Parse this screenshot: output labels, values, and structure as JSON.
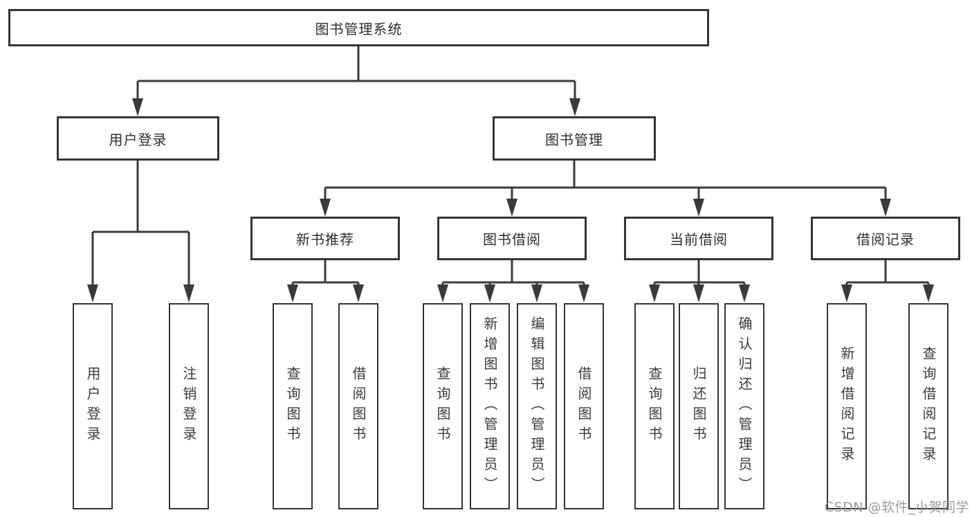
{
  "diagram": {
    "type": "tree",
    "title": "图书管理系统",
    "colors": {
      "background": "#ffffff",
      "line": "#3a3a3a",
      "box_border": "#343434",
      "text": "#2e2e2e",
      "watermark": "#9a9a9a"
    },
    "nodes": {
      "root": {
        "label": "图书管理系统"
      },
      "level2": [
        {
          "label": "用户登录"
        },
        {
          "label": "图书管理"
        }
      ],
      "level3": [
        {
          "label": "新书推荐",
          "parent": "图书管理"
        },
        {
          "label": "图书借阅",
          "parent": "图书管理"
        },
        {
          "label": "当前借阅",
          "parent": "图书管理"
        },
        {
          "label": "借阅记录",
          "parent": "图书管理"
        }
      ],
      "leaves": [
        {
          "label": "用户登录",
          "parent": "用户登录"
        },
        {
          "label": "注销登录",
          "parent": "用户登录"
        },
        {
          "label": "查询图书",
          "parent": "新书推荐"
        },
        {
          "label": "借阅图书",
          "parent": "新书推荐"
        },
        {
          "label": "查询图书",
          "parent": "图书借阅"
        },
        {
          "label": "新增图书（管理员）",
          "parent": "图书借阅"
        },
        {
          "label": "编辑图书（管理员）",
          "parent": "图书借阅"
        },
        {
          "label": "借阅图书",
          "parent": "图书借阅"
        },
        {
          "label": "查询图书",
          "parent": "当前借阅"
        },
        {
          "label": "归还图书",
          "parent": "当前借阅"
        },
        {
          "label": "确认归还（管理员）",
          "parent": "当前借阅"
        },
        {
          "label": "新增借阅记录",
          "parent": "借阅记录"
        },
        {
          "label": "查询借阅记录",
          "parent": "借阅记录"
        }
      ]
    },
    "watermark": "CSDN @软件_小贺同学"
  }
}
